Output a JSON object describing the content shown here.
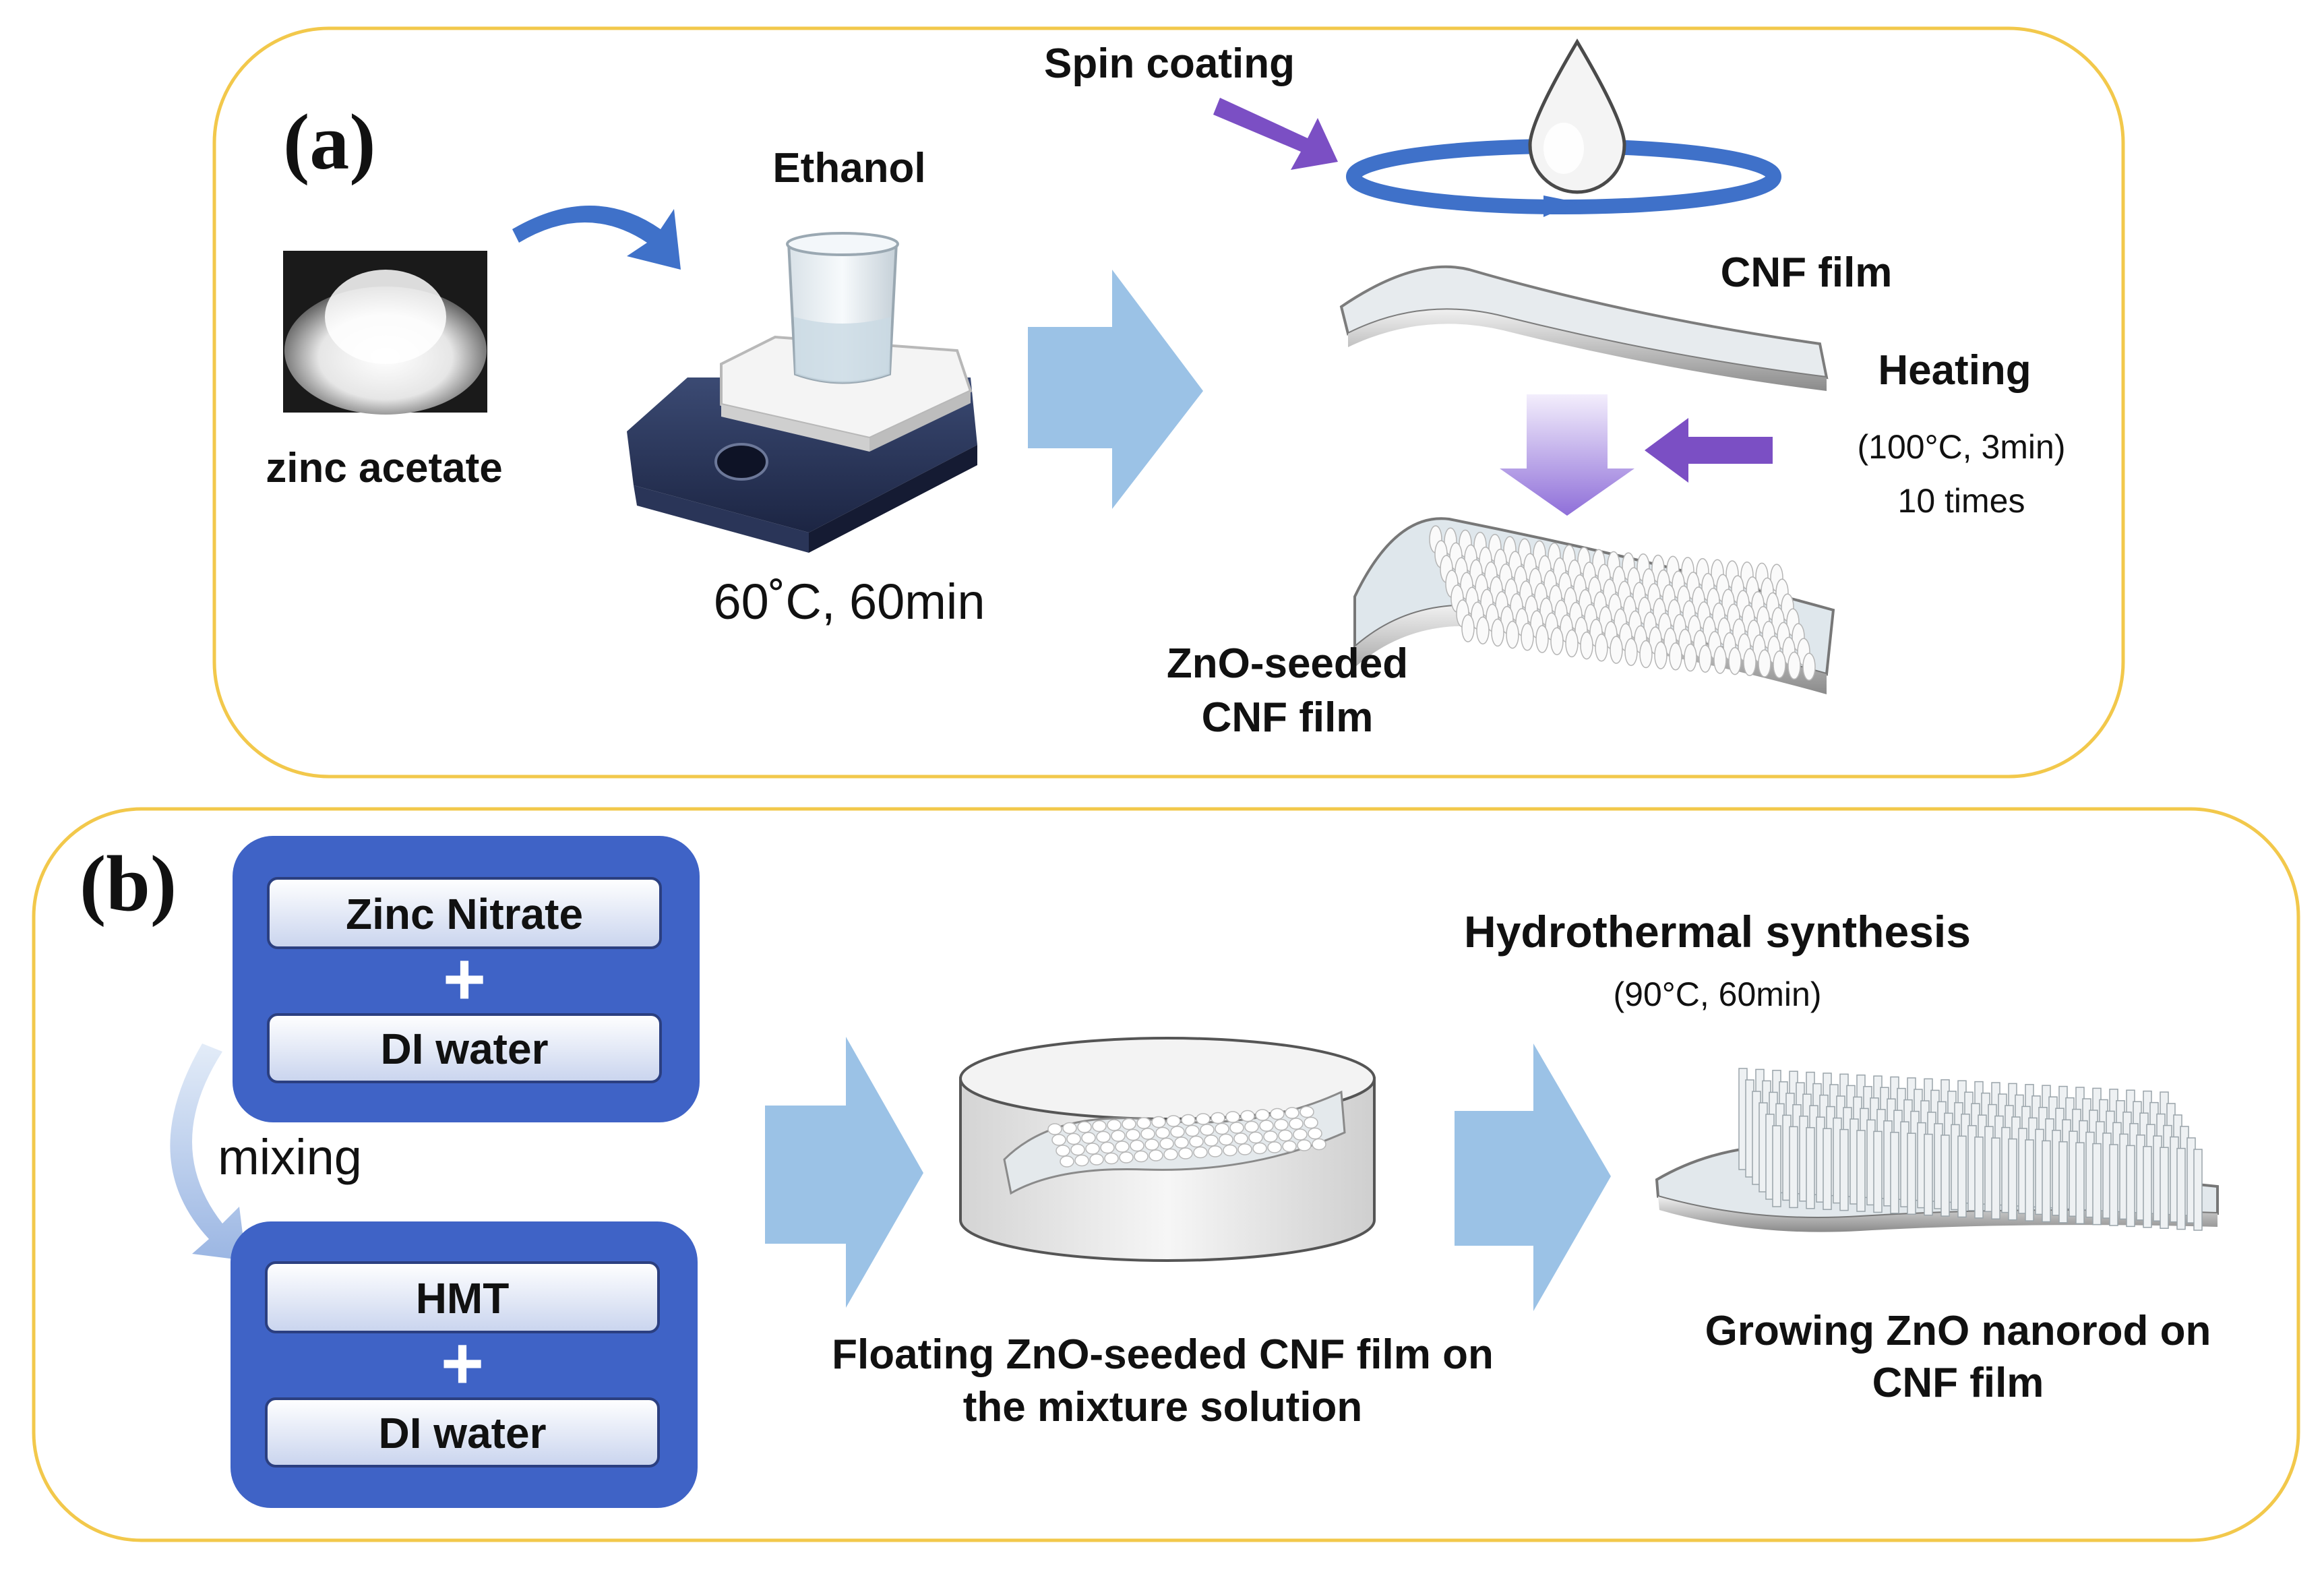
{
  "panel_a": {
    "label": "(a)",
    "zinc_acetate": "zinc acetate",
    "ethanol": "Ethanol",
    "stir_condition": "60˚C, 60min",
    "spin_coating": "Spin coating",
    "cnf_film": "CNF film",
    "heating": "Heating",
    "heating_condition": "(100°C,  3min)",
    "heating_repeat": "10 times",
    "seeded_line1": "ZnO-seeded",
    "seeded_line2": "CNF film"
  },
  "panel_b": {
    "label": "(b)",
    "zinc_nitrate": "Zinc Nitrate",
    "di_water_1": "DI water",
    "hmt": "HMT",
    "di_water_2": "DI water",
    "plus": "+",
    "mixing": "mixing",
    "floating_line1": "Floating ZnO-seeded CNF film  on",
    "floating_line2": "the mixture solution",
    "hydrothermal": "Hydrothermal  synthesis",
    "hydrothermal_condition": "(90°C,  60min)",
    "growing_line1": "Growing ZnO nanorod on",
    "growing_line2": "CNF film"
  },
  "colors": {
    "panel_border": "#F2C84B",
    "blue_box": "#3F63C6",
    "arrow_light": "#9BC2E6",
    "arrow_purple": "#7B4FC4",
    "arrow_blue": "#3F71C9"
  }
}
